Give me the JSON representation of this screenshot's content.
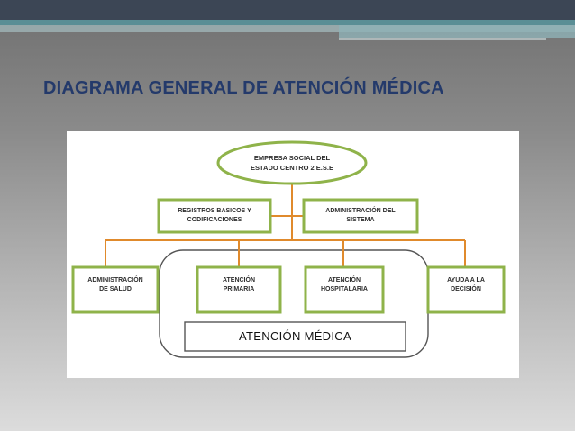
{
  "slide": {
    "title": "DIAGRAMA GENERAL DE ATENCIÓN MÉDICA"
  },
  "diagram": {
    "root": "EMPRESA SOCIAL DEL\nESTADO CENTRO 2 E.S.E",
    "support_left": "REGISTROS BASICOS Y\nCODIFICACIONES",
    "support_right": "ADMINISTRACIÓN DEL\nSISTEMA",
    "branches": [
      "ADMINISTRACIÓN\nDE SALUD",
      "ATENCIÓN\nPRIMARIA",
      "ATENCIÓN\nHOSPITALARIA",
      "AYUDA A LA\nDECISIÓN"
    ],
    "group_label": "ATENCIÓN MÉDICA",
    "colors": {
      "box_border": "#8fb34a",
      "connector": "#e08a2c",
      "group_border": "#555555"
    }
  }
}
